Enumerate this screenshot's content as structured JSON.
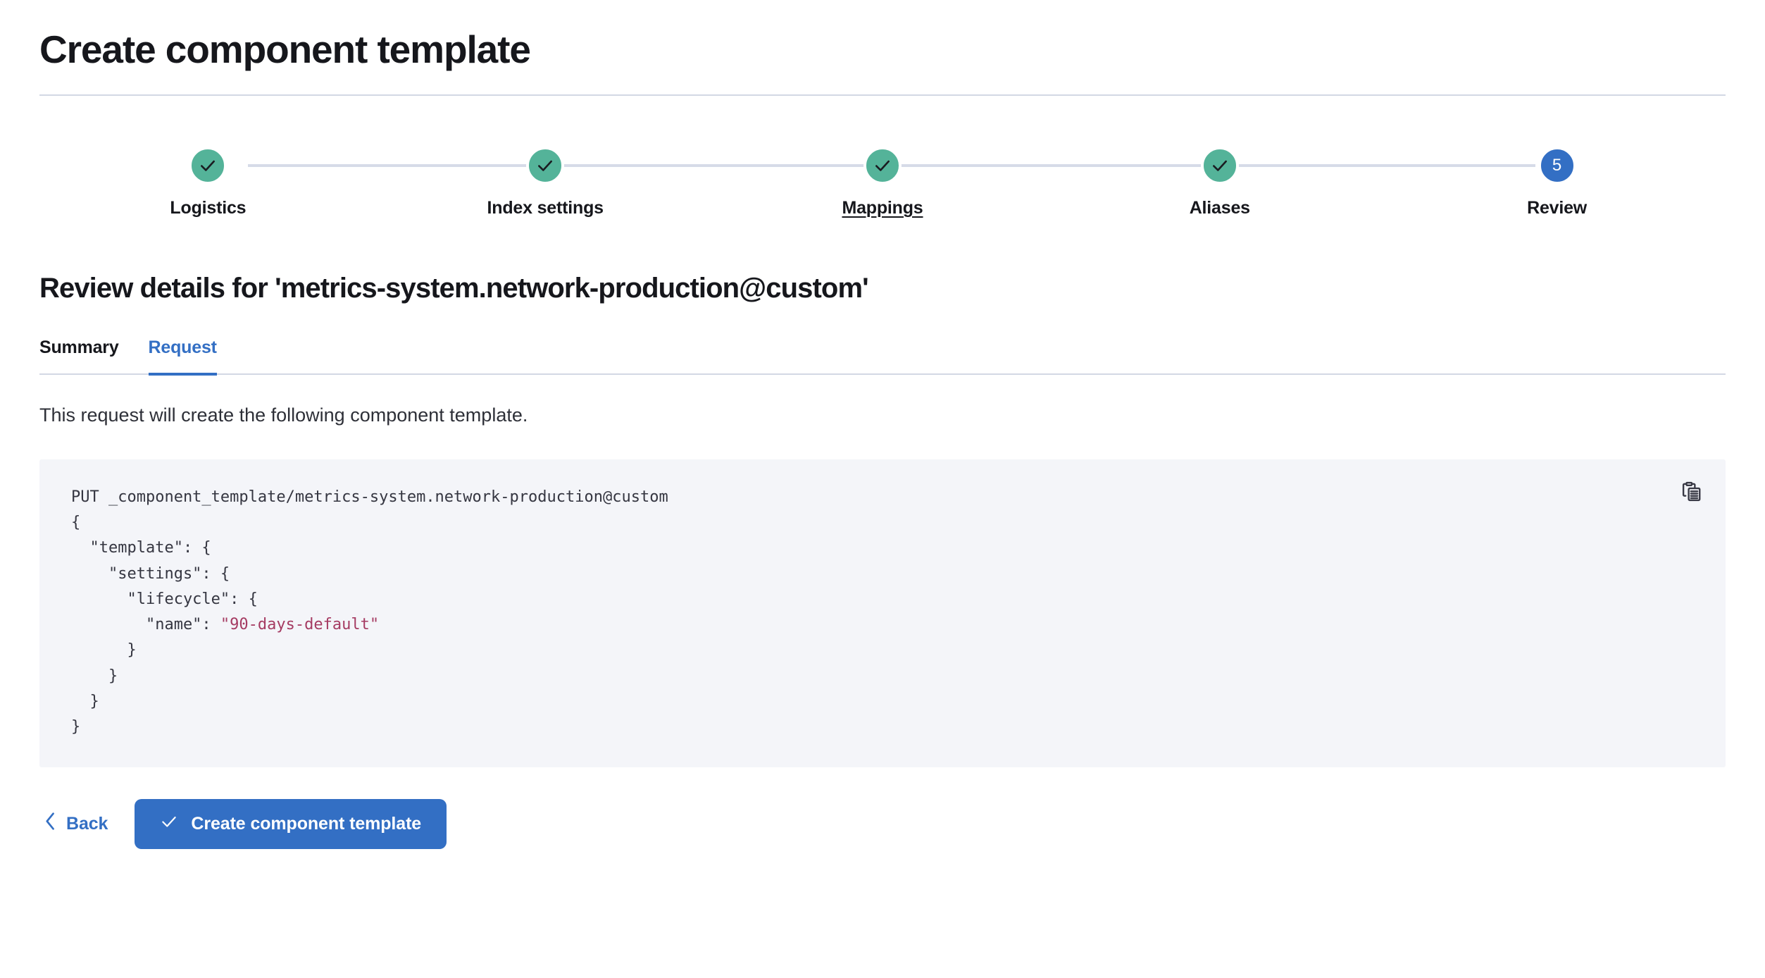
{
  "header": {
    "title": "Create component template"
  },
  "stepper": {
    "steps": [
      {
        "label": "Logistics",
        "state": "complete",
        "icon": "check-icon",
        "hovered": false
      },
      {
        "label": "Index settings",
        "state": "complete",
        "icon": "check-icon",
        "hovered": false
      },
      {
        "label": "Mappings",
        "state": "complete",
        "icon": "check-icon",
        "hovered": true
      },
      {
        "label": "Aliases",
        "state": "complete",
        "icon": "check-icon",
        "hovered": false
      },
      {
        "label": "Review",
        "state": "current",
        "number": "5",
        "hovered": false
      }
    ],
    "colors": {
      "complete": "#54b399",
      "current": "#336fc4",
      "track": "#d6dbe8"
    }
  },
  "review": {
    "section_title": "Review details for 'metrics-system.network-production@custom'",
    "tabs": [
      {
        "label": "Summary",
        "active": false
      },
      {
        "label": "Request",
        "active": true
      }
    ],
    "description": "This request will create the following component template.",
    "code": {
      "request_line": "PUT _component_template/metrics-system.network-production@custom",
      "body_lines": [
        "{",
        "  \"template\": {",
        "    \"settings\": {",
        "      \"lifecycle\": {",
        "        \"name\": ",
        "      }",
        "    }",
        "  }",
        "}"
      ],
      "string_value": "\"90-days-default\"",
      "copy_icon": "copy-clipboard-icon",
      "background": "#f4f5f9",
      "string_color": "#a53b62"
    }
  },
  "footer": {
    "back_label": "Back",
    "back_icon": "chevron-left-icon",
    "submit_label": "Create component template",
    "submit_icon": "check-icon",
    "accent": "#336fc4"
  }
}
